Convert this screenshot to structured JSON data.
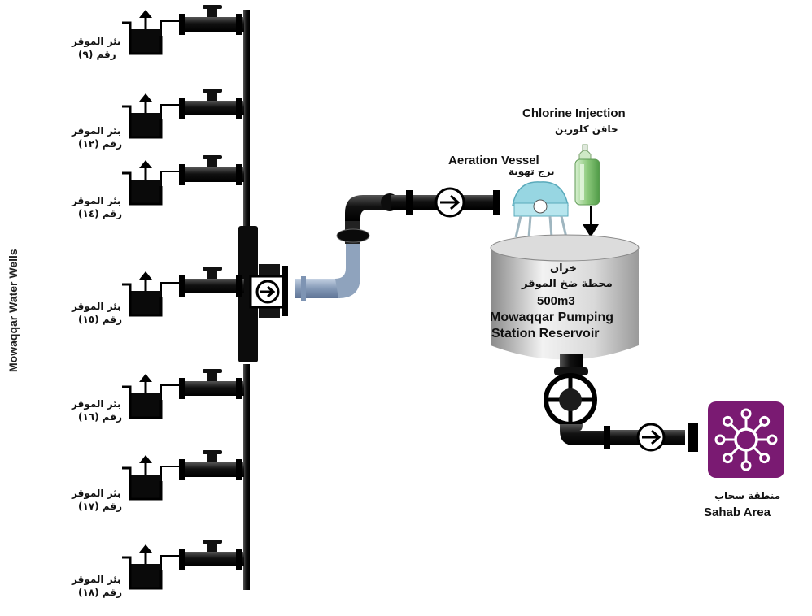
{
  "side_title": "Mowaqqar Water Wells",
  "wells": [
    {
      "name": "بئر الموقر",
      "number": "رقم (٩)"
    },
    {
      "name": "بئر الموقر",
      "number": "رقم (١٢)"
    },
    {
      "name": "بئر الموقر",
      "number": "رقم (١٤)"
    },
    {
      "name": "بئر الموقر",
      "number": "رقم (١٥)"
    },
    {
      "name": "بئر الموقر",
      "number": "رقم (١٦)"
    },
    {
      "name": "بئر الموقر",
      "number": "رقم (١٧)"
    },
    {
      "name": "بئر الموقر",
      "number": "رقم (١٨)"
    }
  ],
  "chlorine": {
    "en": "Chlorine Injection",
    "ar": "حاقن كلورين"
  },
  "aeration": {
    "en": "Aeration Vessel",
    "ar": "برج تهوية"
  },
  "reservoir": {
    "ar1": "خزان",
    "ar2": "محطة ضخ الموقر",
    "capacity": "500m3",
    "en1": "Mowaqqar Pumping",
    "en2": "Station Reservoir"
  },
  "sahab": {
    "ar": "منطقة سحاب",
    "en": "Sahab Area"
  },
  "colors": {
    "pipe": "#111111",
    "supply_pipe": "#8fa3bd",
    "tower": "#8fd3e0",
    "chlorine": "#a6d99a",
    "sahab": "#7a1a72"
  }
}
